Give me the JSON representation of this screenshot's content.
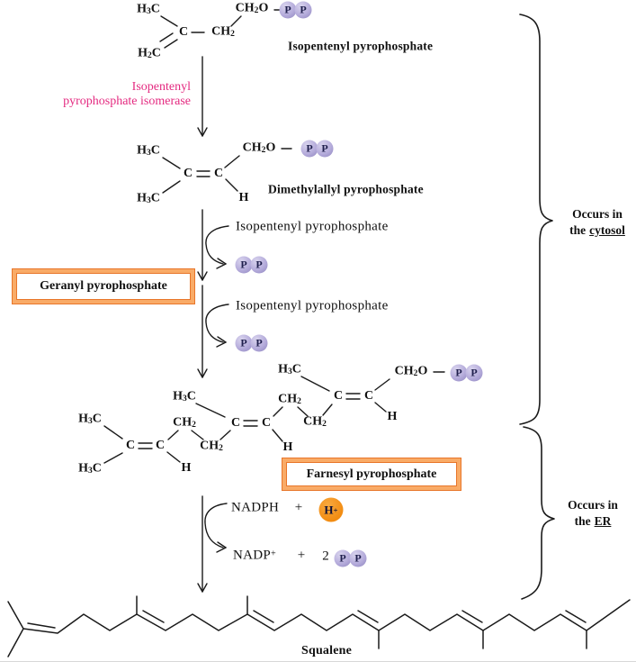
{
  "atoms": {
    "h3c": "H_3_C",
    "h2c": "H_2_C",
    "ch2": "CH_2_",
    "ch2o": "CH_2_O",
    "c": "C",
    "h": "H",
    "p": "P"
  },
  "names": {
    "ipp": "Isopentenyl pyrophosphate",
    "dmapp": "Dimethylallyl pyrophosphate",
    "squalene": "Squalene"
  },
  "boxes": {
    "geranyl": "Geranyl pyrophosphate",
    "farnesyl": "Farnesyl pyrophosphate"
  },
  "enzyme": {
    "line1": "Isopentenyl",
    "line2": "pyrophosphate isomerase"
  },
  "branches": {
    "substrate1": "Isopentenyl pyrophosphate",
    "substrate2": "Isopentenyl pyrophosphate"
  },
  "reduction": {
    "nadph": "NADPH",
    "plus": "+",
    "hplus": "H^+^",
    "nadp": "NADP^+^",
    "coeff": "2"
  },
  "locations": {
    "cytosol_line1": "Occurs in",
    "cytosol_pre": "the",
    "cytosol_word": "cytosol",
    "er_line1": "Occurs in",
    "er_pre": "the",
    "er_word": "ER"
  },
  "colors": {
    "phosphate_fill": "#b3aad8",
    "proton_fill": "#f5921e",
    "box_border": "#e8762a",
    "box_band": "#f9ab67",
    "enzyme_text": "#e42a80",
    "line": "#1a1a1a"
  }
}
